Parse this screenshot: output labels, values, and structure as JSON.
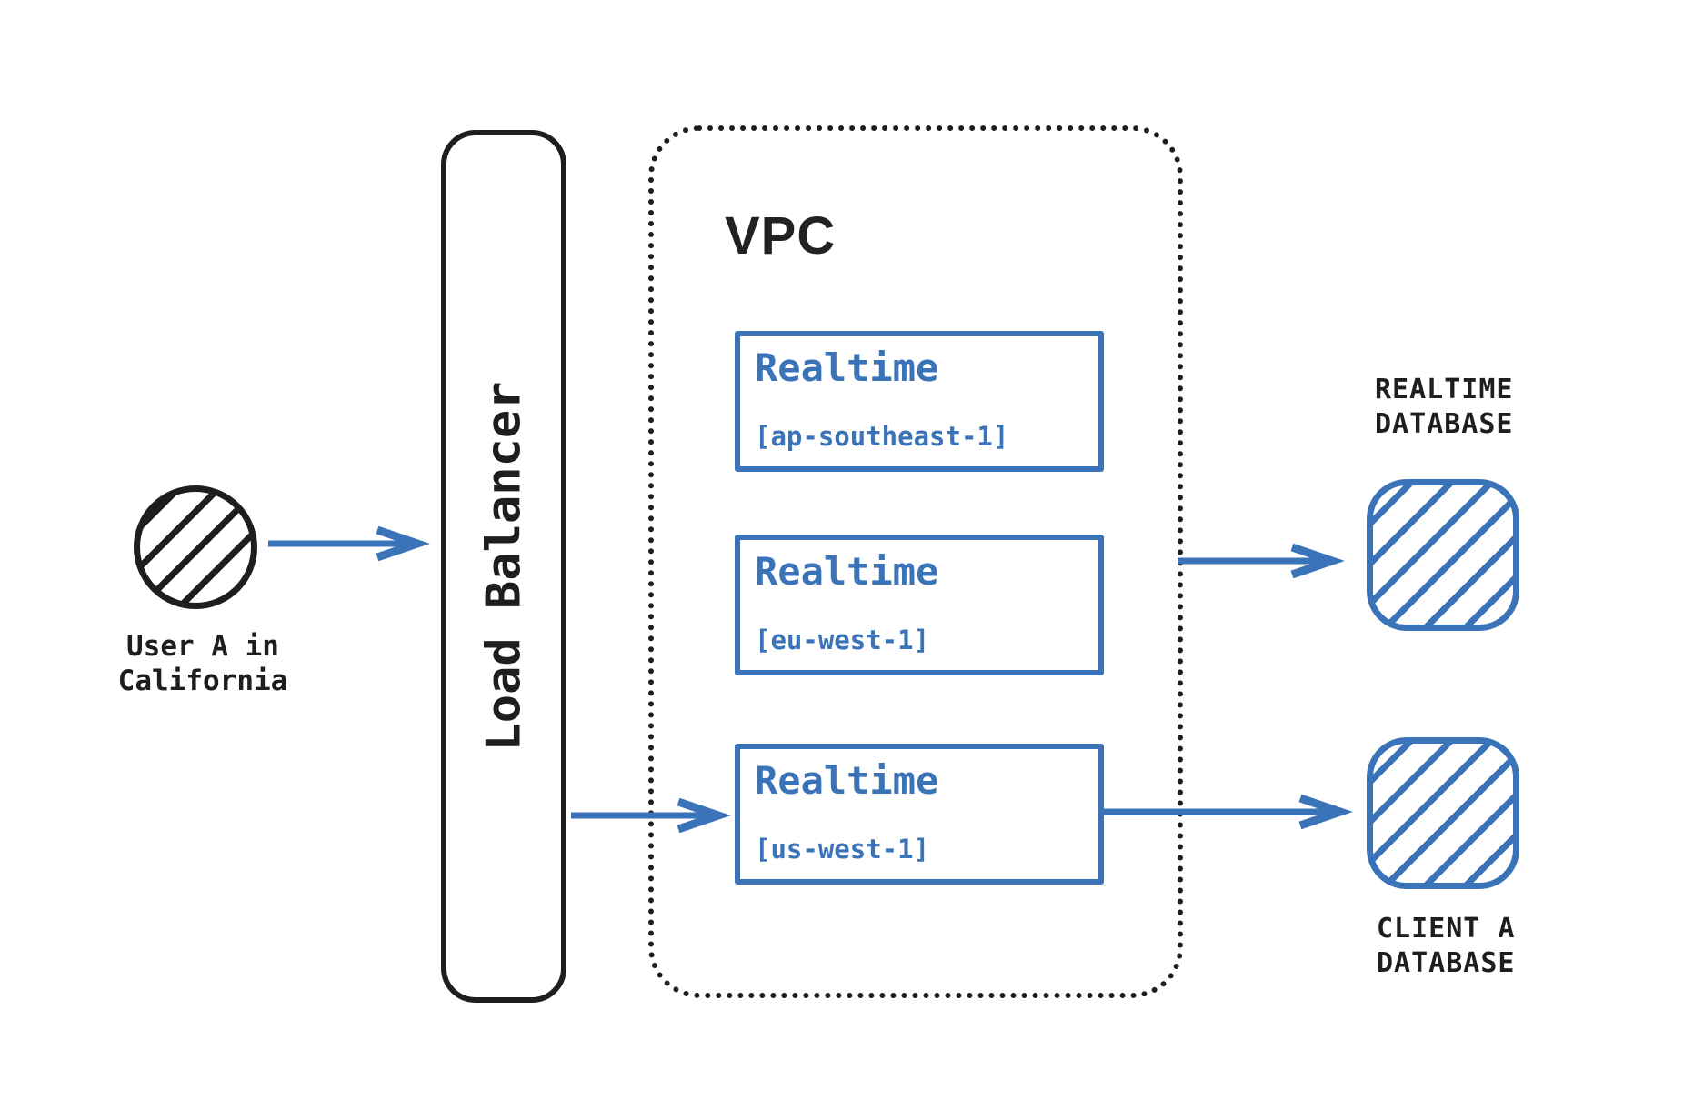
{
  "colors": {
    "accent_blue": "#3b73b9",
    "ink": "#1e1e1e",
    "background": "#ffffff"
  },
  "user": {
    "label_lines": [
      "User A in",
      "California"
    ]
  },
  "load_balancer": {
    "label": "Load Balancer"
  },
  "vpc": {
    "label": "VPC",
    "nodes": [
      {
        "title": "Realtime",
        "region": "[ap-southeast-1]"
      },
      {
        "title": "Realtime",
        "region": "[eu-west-1]"
      },
      {
        "title": "Realtime",
        "region": "[us-west-1]"
      }
    ]
  },
  "databases": [
    {
      "label_lines": [
        "REALTIME",
        "DATABASE"
      ]
    },
    {
      "label_lines": [
        "CLIENT A",
        "DATABASE"
      ]
    }
  ]
}
